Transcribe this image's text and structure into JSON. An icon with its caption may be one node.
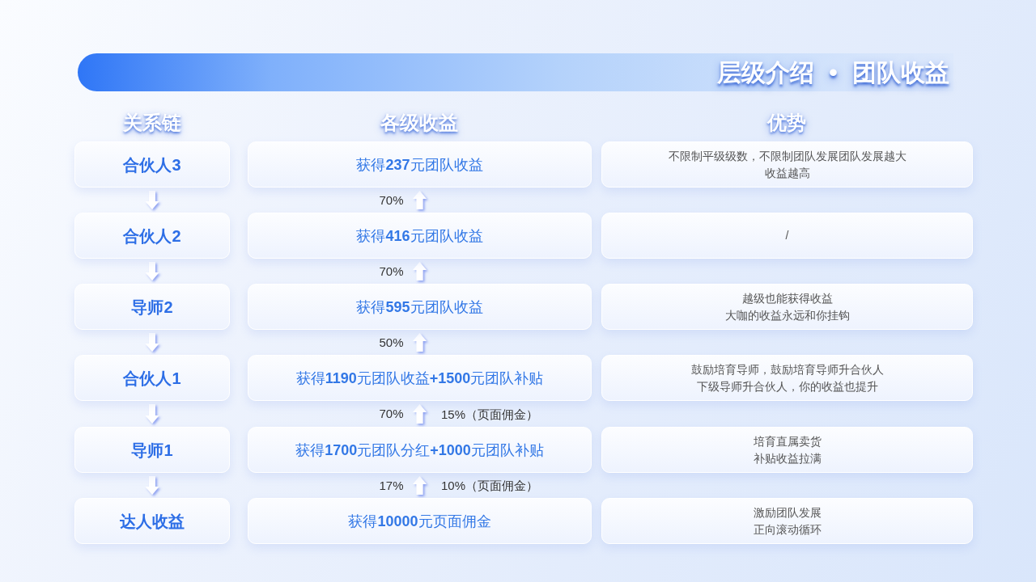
{
  "diagram": {
    "title": "层级介绍 • 团队收益",
    "nodes": [
      {
        "text": [
          "合伙人3"
        ]
      },
      {
        "text": [
          "获得**237**元团队收益"
        ]
      },
      {
        "text": [
          "不限制平级级数，不限制团队发展团队发展越大收益越高"
        ]
      },
      {
        "text": [
          "合伙人2"
        ]
      },
      {
        "text": [
          "获得**416**元团队收益"
        ]
      },
      {
        "text": [
          "/"
        ]
      },
      {
        "text": [
          "导师2"
        ]
      },
      {
        "text": [
          "获得**595**元团队收益"
        ]
      },
      {
        "text": [
          "越级也能获得收益",
          "大咖的收益永远和你挂钩"
        ]
      },
      {
        "text": [
          "合伙人1"
        ]
      },
      {
        "text": [
          "获得**1190**元团队收益**+1500**元团队补贴"
        ]
      },
      {
        "text": [
          "鼓励培育导师，鼓励培育导师升合伙人",
          "下级导师升合伙人，你的收益也提升"
        ]
      },
      {
        "text": [
          "导师1"
        ]
      },
      {
        "text": [
          "获得**1700**元团队分红**+1000**元团队补贴"
        ]
      },
      {
        "text": [
          "培育直属卖货",
          "补贴收益拉满"
        ]
      },
      {
        "text": [
          "达人收益"
        ]
      },
      {
        "text": [
          "获得**10000**元页面佣金"
        ]
      },
      {
        "text": [
          "激励团队发展",
          "正向滚动循环"
        ]
      }
    ],
    "edges": [
      {
        "from": 0,
        "to": 3,
        "arrow": "to"
      },
      {
        "from": 4,
        "to": 1,
        "arrow": "to",
        "label": "70%"
      },
      {
        "from": 3,
        "to": 6,
        "arrow": "to"
      },
      {
        "from": 7,
        "to": 4,
        "arrow": "to",
        "label": "70%"
      },
      {
        "from": 6,
        "to": 9,
        "arrow": "to"
      },
      {
        "from": 10,
        "to": 7,
        "arrow": "to",
        "label": "50%"
      },
      {
        "from": 9,
        "to": 12,
        "arrow": "to"
      },
      {
        "from": 13,
        "to": 10,
        "arrow": "to",
        "label": "70%"
      },
      {
        "from": 12,
        "to": 15,
        "arrow": "to"
      },
      {
        "from": 16,
        "to": 13,
        "arrow": "to",
        "label": "17%"
      }
    ],
    "labels": [
      "关系链",
      "各级收益",
      "优势",
      "15%（页面佣金）",
      "10%（页面佣金）"
    ]
  }
}
